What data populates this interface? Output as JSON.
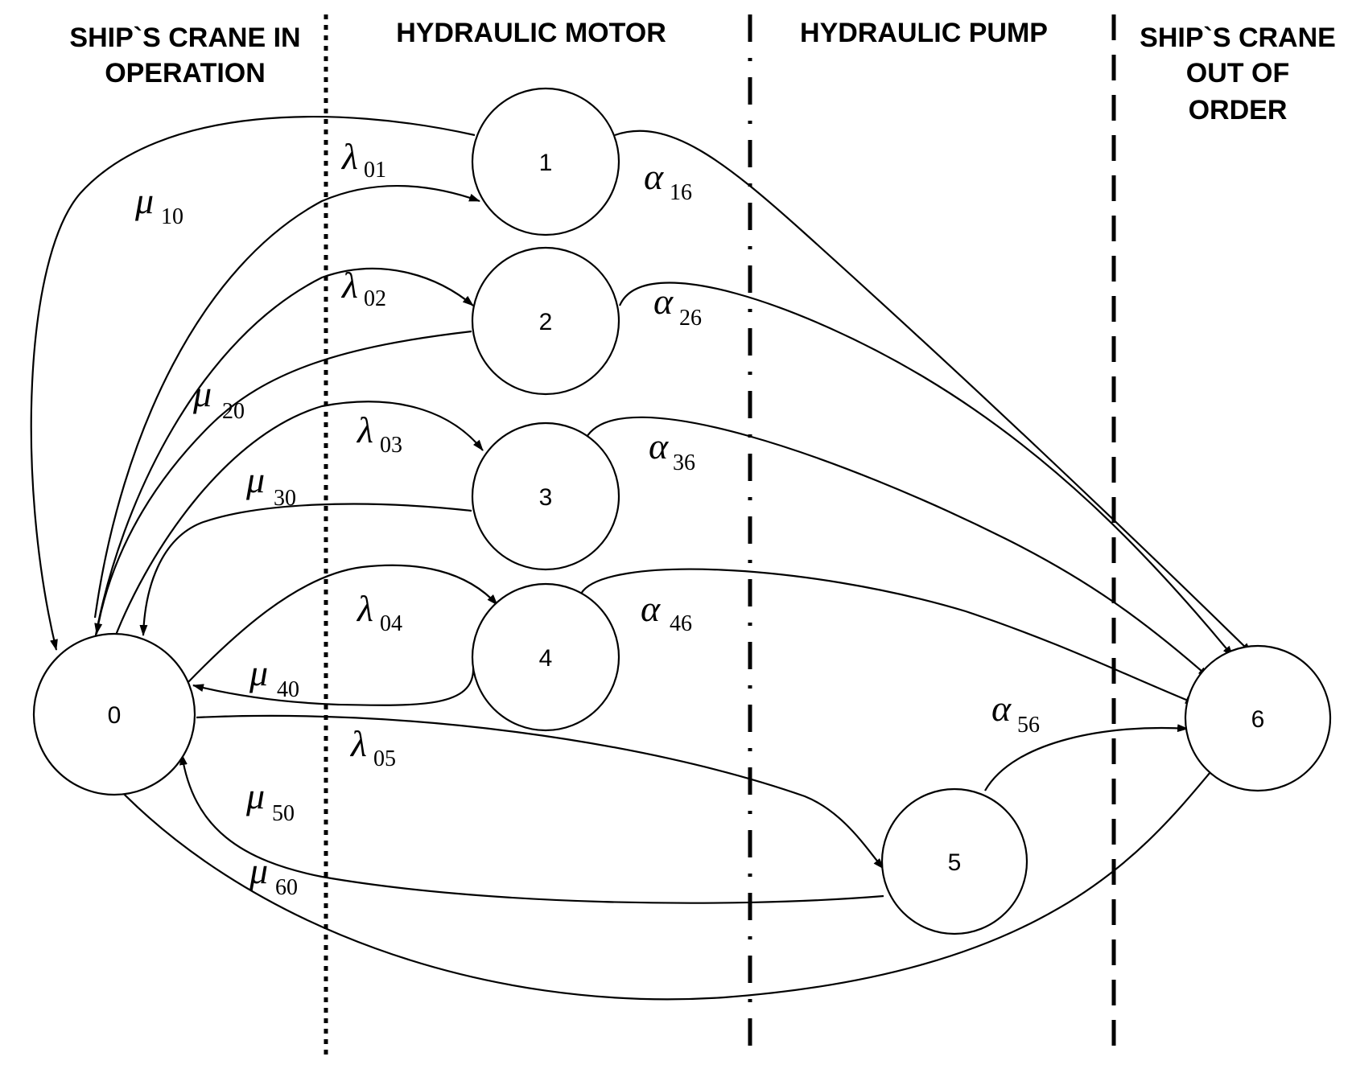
{
  "headers": {
    "operation_line1": "SHIP`S CRANE IN",
    "operation_line2": "OPERATION",
    "motor": "HYDRAULIC MOTOR",
    "pump": "HYDRAULIC PUMP",
    "out_line1": "SHIP`S CRANE",
    "out_line2": "OUT OF",
    "out_line3": "ORDER"
  },
  "nodes": [
    "0",
    "1",
    "2",
    "3",
    "4",
    "5",
    "6"
  ],
  "rates": {
    "lambda": {
      "symbol": "λ",
      "subs": [
        "01",
        "02",
        "03",
        "04",
        "05"
      ]
    },
    "mu": {
      "symbol": "μ",
      "subs": [
        "10",
        "20",
        "30",
        "40",
        "50",
        "60"
      ]
    },
    "alpha": {
      "symbol": "α",
      "subs": [
        "16",
        "26",
        "36",
        "46",
        "56"
      ]
    }
  }
}
